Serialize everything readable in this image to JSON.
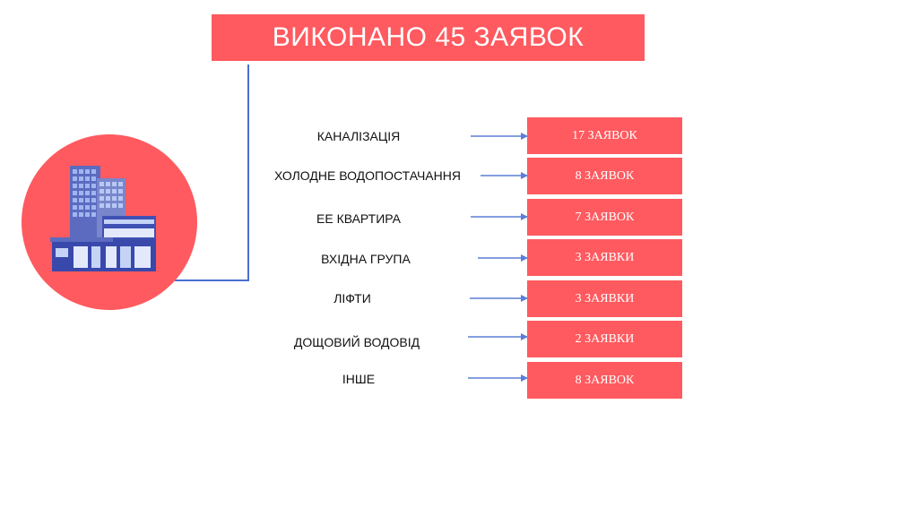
{
  "title": "ВИКОНАНО 45 ЗАЯВОК",
  "icon": "office-building-icon",
  "colors": {
    "accent": "#ff5a5f",
    "arrow": "#5b7fd6",
    "line": "#4b6fcf"
  },
  "categories": [
    {
      "label": "КАНАЛІЗАЦІЯ",
      "count": "17 ЗАЯВОК"
    },
    {
      "label": "ХОЛОДНЕ ВОДОПОСТАЧАННЯ",
      "count": "8 ЗАЯВОК"
    },
    {
      "label": "ЕЕ КВАРТИРА",
      "count": "7 ЗАЯВОК"
    },
    {
      "label": "ВХІДНА ГРУПА",
      "count": "3 ЗАЯВКИ"
    },
    {
      "label": "ЛІФТИ",
      "count": "3 ЗАЯВКИ"
    },
    {
      "label": "ДОЩОВИЙ ВОДОВІД",
      "count": "2 ЗАЯВКИ"
    },
    {
      "label": "ІНШЕ",
      "count": "8 ЗАЯВОК"
    }
  ]
}
